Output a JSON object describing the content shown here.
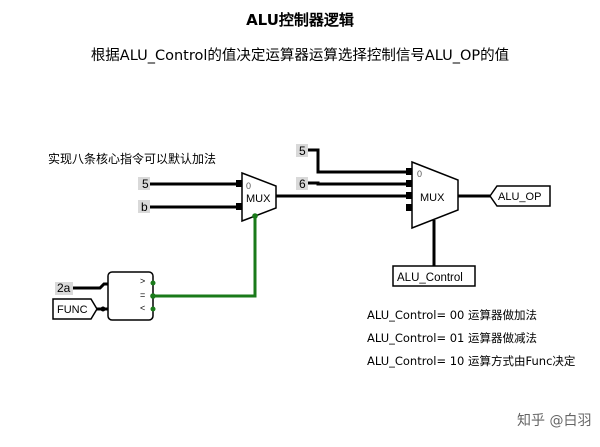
{
  "title": "ALU控制器逻辑",
  "subtitle": "根据ALU_Control的值决定运算器运算选择控制信号ALU_OP的值",
  "note": "实现八条核心指令可以默认加法",
  "mux1": {
    "label": "MUX",
    "sel_label": "0",
    "inputs": [
      "5",
      "b"
    ]
  },
  "mux2": {
    "label": "MUX",
    "sel_label": "0",
    "inputs": [
      "5",
      "6"
    ]
  },
  "comparator": {
    "const_label": "2a",
    "func_label": "FUNC",
    "ops": [
      ">",
      "=",
      "<"
    ]
  },
  "control_label": "ALU_Control",
  "output_label": "ALU_OP",
  "legend": [
    "ALU_Control= 00 运算器做加法",
    "ALU_Control= 01 运算器做减法",
    "ALU_Control= 10 运算方式由Func决定"
  ],
  "watermark": "知乎 @白羽",
  "colors": {
    "wire": "#000000",
    "active_wire": "#1a7a1a",
    "const_bg": "#d9d9d9"
  }
}
